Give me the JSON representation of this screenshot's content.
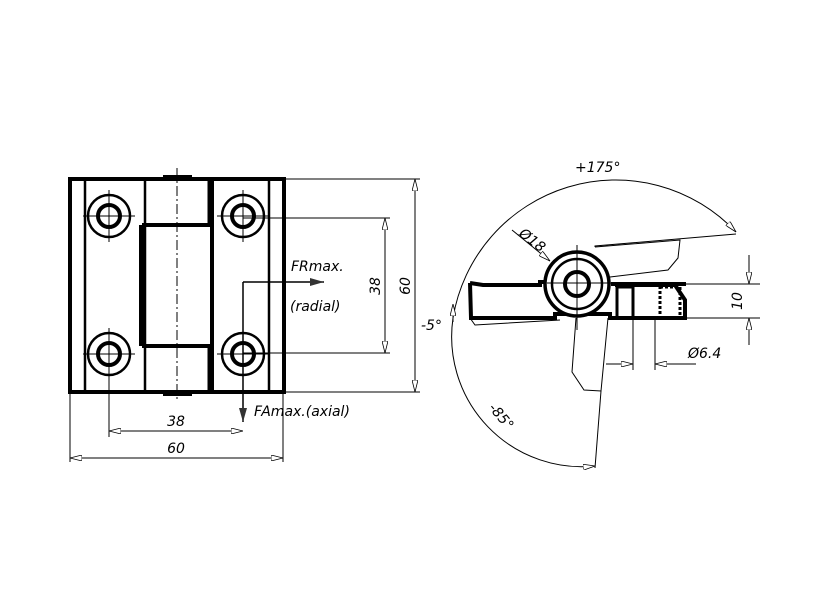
{
  "front_view": {
    "dim_hole_spacing_vertical": "38",
    "dim_height": "60",
    "dim_hole_spacing_horizontal": "38",
    "dim_width": "60",
    "force_radial_line1": "FRmax.",
    "force_radial_line2": "(radial)",
    "force_axial": "FAmax.(axial)"
  },
  "side_view": {
    "angle_open": "+175°",
    "angle_neg_small": "-5°",
    "angle_neg_large": "-85°",
    "dim_knuckle_diameter": "Ø18",
    "dim_thickness": "10",
    "dim_hole_diameter": "Ø6.4"
  }
}
